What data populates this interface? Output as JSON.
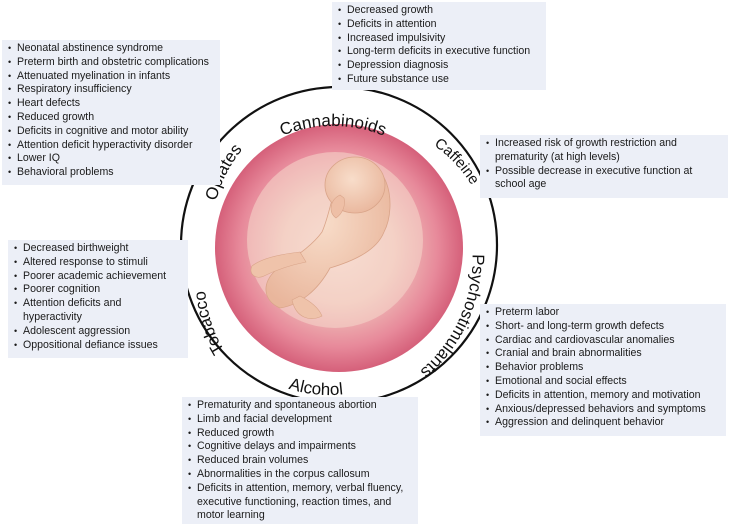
{
  "center": {
    "labels": {
      "cannabinoids": "Cannabinoids",
      "caffeine": "Caffeine",
      "psychostimulants": "Psychostimulants",
      "alcohol": "Alcohol",
      "tobacco": "Tobacco",
      "opiates": "Opiates"
    },
    "colors": {
      "womb_inner": "#f6dcd0",
      "womb_outer": "#d5607a",
      "fetus": "#f3cdb8",
      "box_fill": "#eceff7"
    }
  },
  "boxes": {
    "cannabinoids": [
      "Decreased growth",
      "Deficits in attention",
      "Increased impulsivity",
      "Long-term deficits in executive function",
      "Depression diagnosis",
      "Future substance use"
    ],
    "opiates": [
      "Neonatal abstinence syndrome",
      "Preterm birth and obstetric complications",
      "Attenuated myelination in infants",
      "Respiratory insufficiency",
      "Heart defects",
      "Reduced growth",
      "Deficits in cognitive and motor ability",
      "Attention deficit hyperactivity disorder",
      "Lower IQ",
      "Behavioral problems"
    ],
    "caffeine": [
      "Increased risk of growth restriction and prematurity (at high levels)",
      "Possible decrease in executive function at school age"
    ],
    "tobacco": [
      "Decreased birthweight",
      "Altered response to stimuli",
      "Poorer academic achievement",
      "Poorer cognition",
      "Attention deficits and hyperactivity",
      "Adolescent aggression",
      "Oppositional defiance issues"
    ],
    "psychostimulants": [
      "Preterm labor",
      "Short- and long-term growth defects",
      "Cardiac and cardiovascular anomalies",
      "Cranial and brain abnormalities",
      "Behavior problems",
      "Emotional and social effects",
      "Deficits in attention, memory and motivation",
      "Anxious/depressed behaviors and symptoms",
      "Aggression and delinquent behavior"
    ],
    "alcohol": [
      "Prematurity and spontaneous abortion",
      "Limb and facial development",
      "Reduced growth",
      "Cognitive delays and impairments",
      "Reduced brain volumes",
      "Abnormalities in the corpus callosum",
      "Deficits in attention, memory, verbal fluency, executive functioning, reaction times, and motor learning"
    ]
  }
}
